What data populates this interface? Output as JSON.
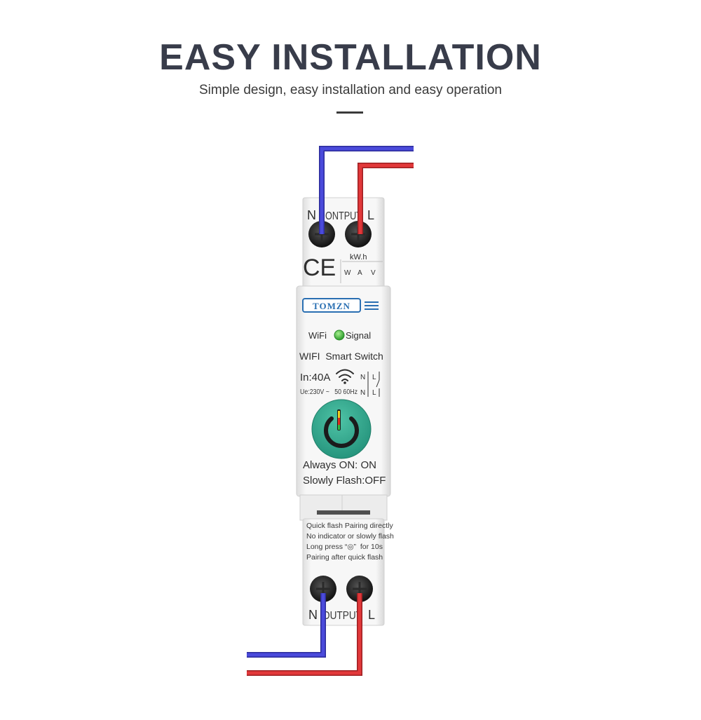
{
  "header": {
    "title": "EASY INSTALLATION",
    "subtitle": "Simple design, easy installation and easy operation"
  },
  "device": {
    "top_terminal": {
      "n": "N",
      "output": "ONTPUT",
      "l": "L"
    },
    "ce_mark": "CE",
    "meter": {
      "unit": "kW.h",
      "w": "W",
      "a": "A",
      "v": "V"
    },
    "brand": "TOMZN",
    "wifi_label": "WiFi",
    "signal_label": "Signal",
    "product_name": "WIFI  Smart Switch",
    "rating": "In:40A",
    "voltage": "Ue:230V ~   50 60Hz",
    "schematic": {
      "n": "N",
      "l": "L"
    },
    "status_lines": [
      "Always ON: ON",
      "Slowly Flash:OFF"
    ],
    "instructions": [
      "Quick flash Pairing directly",
      "No indicator or slowly flash",
      "Long press “◎”  for 10s",
      "Pairing after quick flash"
    ],
    "bottom_terminal": {
      "n": "N",
      "output": "OUTPUT",
      "l": "L"
    }
  },
  "colors": {
    "neutral_wire": "#4a4adb",
    "live_wire": "#e2383a",
    "power_button": "#2ea58c",
    "signal_led": "#3cc83c",
    "brand_blue": "#2a6fb2",
    "title": "#383c4a"
  }
}
